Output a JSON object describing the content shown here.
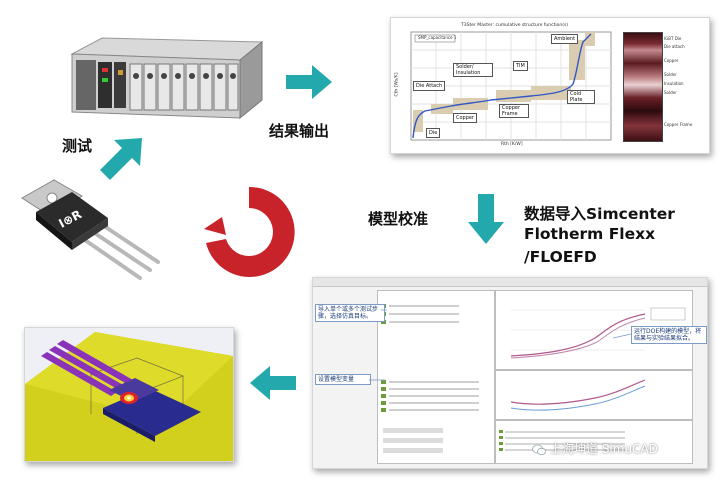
{
  "labels": {
    "test": "测试",
    "results_output": "结果输出",
    "model_calibration": "模型校准",
    "import_line1": "数据导入Simcenter",
    "import_line2": "Flotherm Flexx",
    "import_line3": "/FLOEFD"
  },
  "chart_card": {
    "title": "T3Ster Master: cumulative structure function(s)",
    "legend": "SMP_capacitance 1",
    "xlabel": "Rth [K/W]",
    "ylabel": "Cth [Ws/K]",
    "annotations": [
      "Ambient",
      "Die Attach",
      "Solder/ Insulation",
      "TIM",
      "Copper",
      "Copper Frame",
      "Cold Plate",
      "Die"
    ]
  },
  "photo_labels": [
    "IGBT Die",
    "Die attach",
    "Copper",
    "Solder",
    "Insulation",
    "Solder",
    "Copper Frame"
  ],
  "software": {
    "callout1": "导入单个或多个测试步骤，选择仿真目标。",
    "callout2": "设置模型变量",
    "callout3": "运行DOE构建的模型，将结果与实验结果拟合。"
  },
  "watermark": "上海坤道 SimuCAD",
  "colors": {
    "arrow": "#23a9ac",
    "ring": "#c8232b",
    "sim_yellow": "#d2d01c",
    "sim_blue": "#2a2b8f",
    "sim_purple": "#8a32b8"
  }
}
